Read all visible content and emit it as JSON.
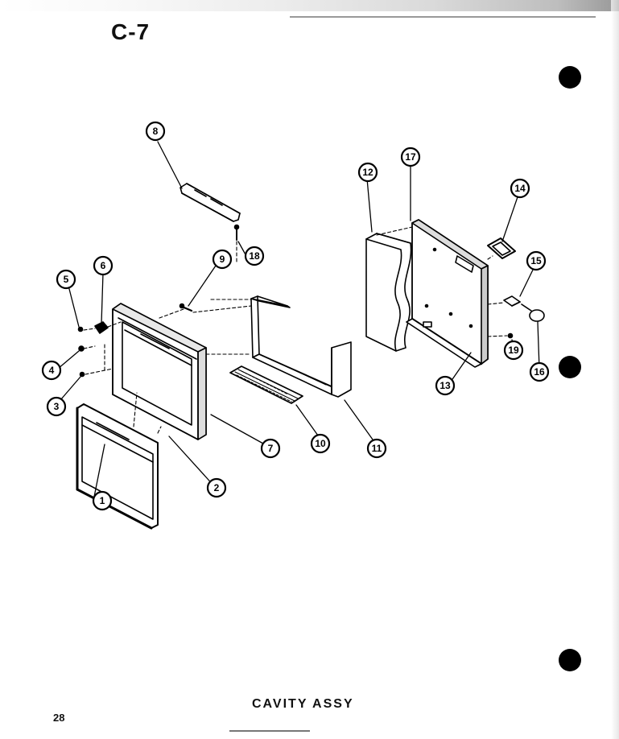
{
  "sheet_code": "C-7",
  "caption": "CAVITY ASSY",
  "page_number": "28",
  "callouts": [
    "1",
    "2",
    "3",
    "4",
    "5",
    "6",
    "7",
    "8",
    "9",
    "10",
    "11",
    "12",
    "13",
    "14",
    "15",
    "16",
    "17",
    "18",
    "19"
  ]
}
